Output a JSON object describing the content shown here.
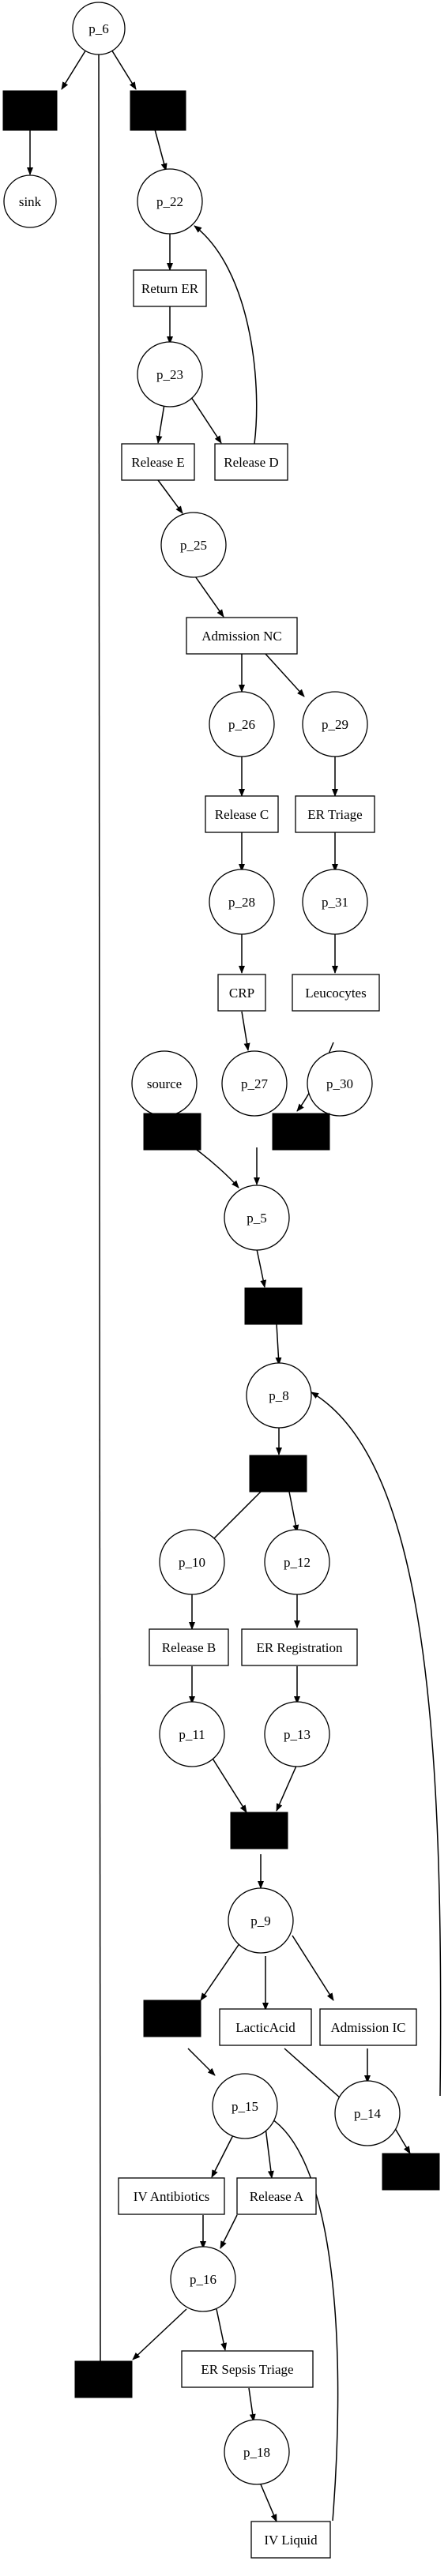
{
  "places": {
    "p_6": "p_6",
    "sink": "sink",
    "p_22": "p_22",
    "p_23": "p_23",
    "p_25": "p_25",
    "p_26": "p_26",
    "p_29": "p_29",
    "p_28": "p_28",
    "p_31": "p_31",
    "source": "source",
    "p_27": "p_27",
    "p_30": "p_30",
    "p_5": "p_5",
    "p_8": "p_8",
    "p_10": "p_10",
    "p_12": "p_12",
    "p_11": "p_11",
    "p_13": "p_13",
    "p_9": "p_9",
    "p_14": "p_14",
    "p_15": "p_15",
    "p_16": "p_16",
    "p_18": "p_18"
  },
  "transitions": {
    "return_er": "Return ER",
    "release_e": "Release E",
    "release_d": "Release D",
    "admission_nc": "Admission NC",
    "release_c": "Release C",
    "er_triage": "ER Triage",
    "crp": "CRP",
    "leucocytes": "Leucocytes",
    "release_b": "Release B",
    "er_registration": "ER Registration",
    "lacticacid": "LacticAcid",
    "admission_ic": "Admission IC",
    "iv_antibiotics": "IV Antibiotics",
    "release_a": "Release A",
    "er_sepsis_triage": "ER Sepsis Triage",
    "iv_liquid": "IV Liquid"
  }
}
